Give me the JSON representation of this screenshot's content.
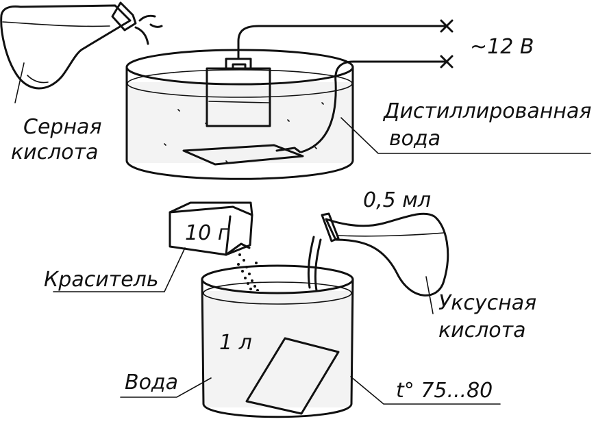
{
  "labels": {
    "sulfuric_acid_line1": "Серная",
    "sulfuric_acid_line2": "кислота",
    "voltage": "~12 В",
    "distilled_water_line1": "Дистиллированная",
    "distilled_water_line2": "вода",
    "dye_amount": "10 г",
    "dye": "Краситель",
    "acetic_acid_amount": "0,5 мл",
    "acetic_acid_line1": "Уксусная",
    "acetic_acid_line2": "кислота",
    "volume": "1 л",
    "water": "Вода",
    "temperature": "t° 75...80"
  }
}
